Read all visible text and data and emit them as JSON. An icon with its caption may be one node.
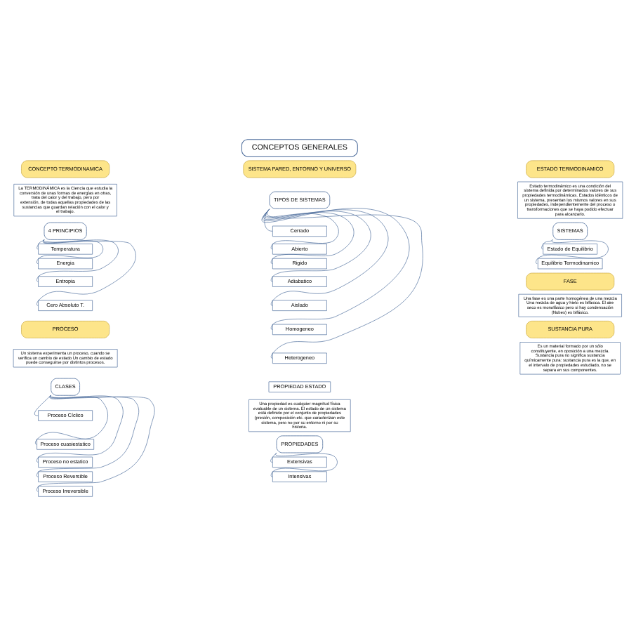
{
  "diagram": {
    "nodes": [
      {
        "text": [
          "CONCEPTOS GENERALES"
        ]
      },
      {
        "text": [
          "CONCEPTO TERMODINAMICA"
        ]
      },
      {
        "text": [
          "SISTEMA PARED, ENTORNO Y UNIVERSO"
        ]
      },
      {
        "text": [
          "ESTADO TERMODINAMICO"
        ]
      },
      {
        "text": [
          "La TERMODINÁMICA es la Ciencia que estudia la conversión de unas formas de energías en otras, trata del calor y del trabajo, pero por extensión, de todas aquellas propiedades de las sustancias que guardan relación con el calor y el trabajo."
        ]
      },
      {
        "text": [
          "TIPOS DE SISTEMAS"
        ]
      },
      {
        "text": [
          "Cerrado"
        ]
      },
      {
        "text": [
          "Abierto"
        ]
      },
      {
        "text": [
          "Rigido"
        ]
      },
      {
        "text": [
          "Adiabatico"
        ]
      },
      {
        "text": [
          "Aislado"
        ]
      },
      {
        "text": [
          "Homogeneo"
        ]
      },
      {
        "text": [
          "Heterogeneo"
        ]
      },
      {
        "text": [
          "Estado termodinámico es una condición del sistema definida por determinados valores de sus propiedades termodinámicas. Estados idénticos de un sistema, presentan los mismos valores en sus propiedades, independientemente del proceso o transformaciones que se haya podido efectuar para alcanzarlo."
        ]
      },
      {
        "text": [
          "SISTEMAS"
        ]
      },
      {
        "text": [
          "Estado de Equilibrio"
        ]
      },
      {
        "text": [
          "Equilibrio Termodinamico"
        ]
      },
      {
        "text": [
          "4 PRINCIPIOS"
        ]
      },
      {
        "text": [
          "Temperatura"
        ]
      },
      {
        "text": [
          "Energia"
        ]
      },
      {
        "text": [
          "Entropia"
        ]
      },
      {
        "text": [
          "Cero Absoluto T."
        ]
      },
      {
        "text": [
          "PROPIEDAD ESTADO"
        ]
      },
      {
        "text": [
          "Una propiedad es cualquier magnitud física evaluable de un sistema. El estado de un sistema está definido por el conjunto de propiedades (presión, composición etc. que caracterizan este sistema, pero no por su entorno ni por su historia."
        ]
      },
      {
        "text": [
          "FASE"
        ]
      },
      {
        "text": [
          "Una fase es una parte homogénea de una mezcla Una mezcla de agua y hielo es bifásica. El aire seco es monofásico pero si hay condensación (Nubes) es bifásico."
        ]
      },
      {
        "text": [
          "PROCESO"
        ]
      },
      {
        "text": [
          "Un sistema experimenta un proceso, cuando se verifica un cambio de estado Un cambio de estado puede conseguirse por distintos procesos."
        ]
      },
      {
        "text": [
          "PROPIEDADES"
        ]
      },
      {
        "text": [
          "Extensivas"
        ]
      },
      {
        "text": [
          "Intensivas"
        ]
      },
      {
        "text": [
          "SUSTANCIA PURA"
        ]
      },
      {
        "text": [
          "Es un material formado por un sólo constituyente, en oposición a una mezcla. Sustancia pura no significa sustancia químicamente pura: sustancia pura es la que, en el intervalo de propiedades estudiado, no se separa en sus componentes."
        ]
      },
      {
        "text": [
          "CLASES"
        ]
      },
      {
        "text": [
          "Proceso Cíclico"
        ]
      },
      {
        "text": [
          "Proceso cuasiestatico"
        ]
      },
      {
        "text": [
          "Proceso no estatico"
        ]
      },
      {
        "text": [
          "Proceso Reversible"
        ]
      },
      {
        "text": [
          "Proceso Irreversible"
        ]
      }
    ],
    "edges": [
      {
        "from": 5,
        "to": 6,
        "arrow": "none"
      },
      {
        "from": 5,
        "to": 7,
        "arrow": "none"
      },
      {
        "from": 5,
        "to": 8,
        "arrow": "none"
      },
      {
        "from": 5,
        "to": 9,
        "arrow": "none"
      },
      {
        "from": 5,
        "to": 10,
        "arrow": "none"
      },
      {
        "from": 5,
        "to": 11,
        "arrow": "none"
      },
      {
        "from": 5,
        "to": 12,
        "arrow": "none"
      },
      {
        "from": 14,
        "to": 15,
        "arrow": "none"
      },
      {
        "from": 14,
        "to": 16,
        "arrow": "none"
      },
      {
        "from": 17,
        "to": 18,
        "arrow": "none"
      },
      {
        "from": 17,
        "to": 19,
        "arrow": "none"
      },
      {
        "from": 17,
        "to": 20,
        "arrow": "none"
      },
      {
        "from": 17,
        "to": 21,
        "arrow": "none"
      },
      {
        "from": 28,
        "to": 29,
        "arrow": "none"
      },
      {
        "from": 28,
        "to": 30,
        "arrow": "none"
      },
      {
        "from": 33,
        "to": 34,
        "arrow": "none"
      },
      {
        "from": 33,
        "to": 35,
        "arrow": "none"
      },
      {
        "from": 33,
        "to": 36,
        "arrow": "none"
      },
      {
        "from": 33,
        "to": 37,
        "arrow": "none"
      },
      {
        "from": 33,
        "to": 38,
        "arrow": "none"
      }
    ]
  }
}
